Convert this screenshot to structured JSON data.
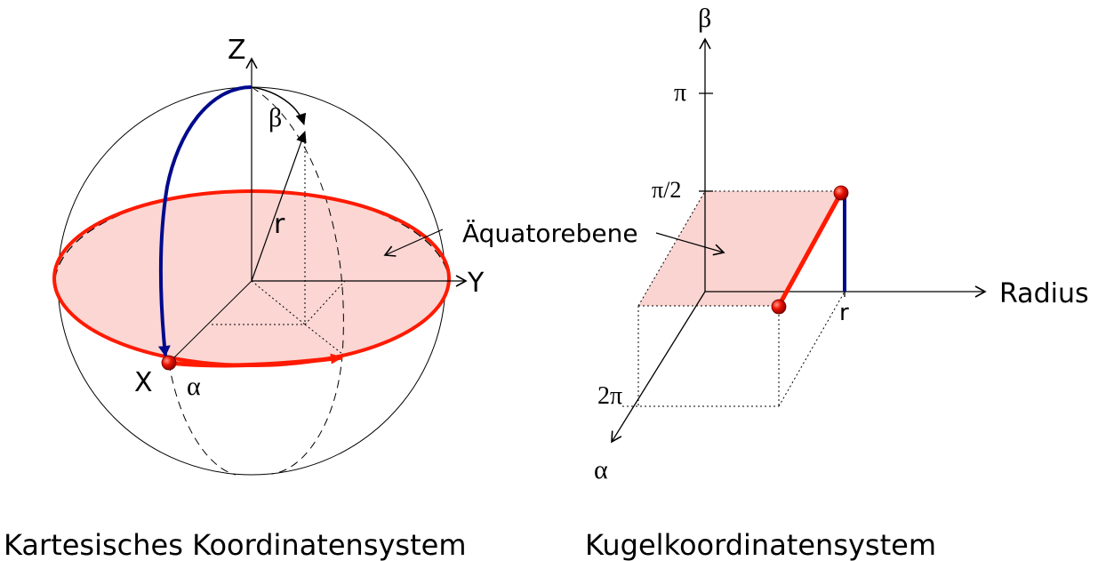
{
  "colors": {
    "red": "#ff1a00",
    "blue": "#000a8c",
    "plane_fill": "#fbd6d3",
    "plane_fill_right": "#fad4d0",
    "ink": "#000000"
  },
  "left_diagram": {
    "caption": "Kartesisches Koordinatensystem",
    "axis_z": "Z",
    "axis_y": "Y",
    "axis_x": "X",
    "label_beta": "β",
    "label_r": "r",
    "label_alpha": "α",
    "plane_label": "Äquatorebene"
  },
  "right_diagram": {
    "caption": "Kugelkoordinatensystem",
    "axis_beta": "β",
    "axis_radius": "Radius",
    "axis_alpha": "α",
    "tick_pi": "π",
    "tick_pi_half": "π/2",
    "tick_two_pi": "2π",
    "tick_r": "r"
  }
}
